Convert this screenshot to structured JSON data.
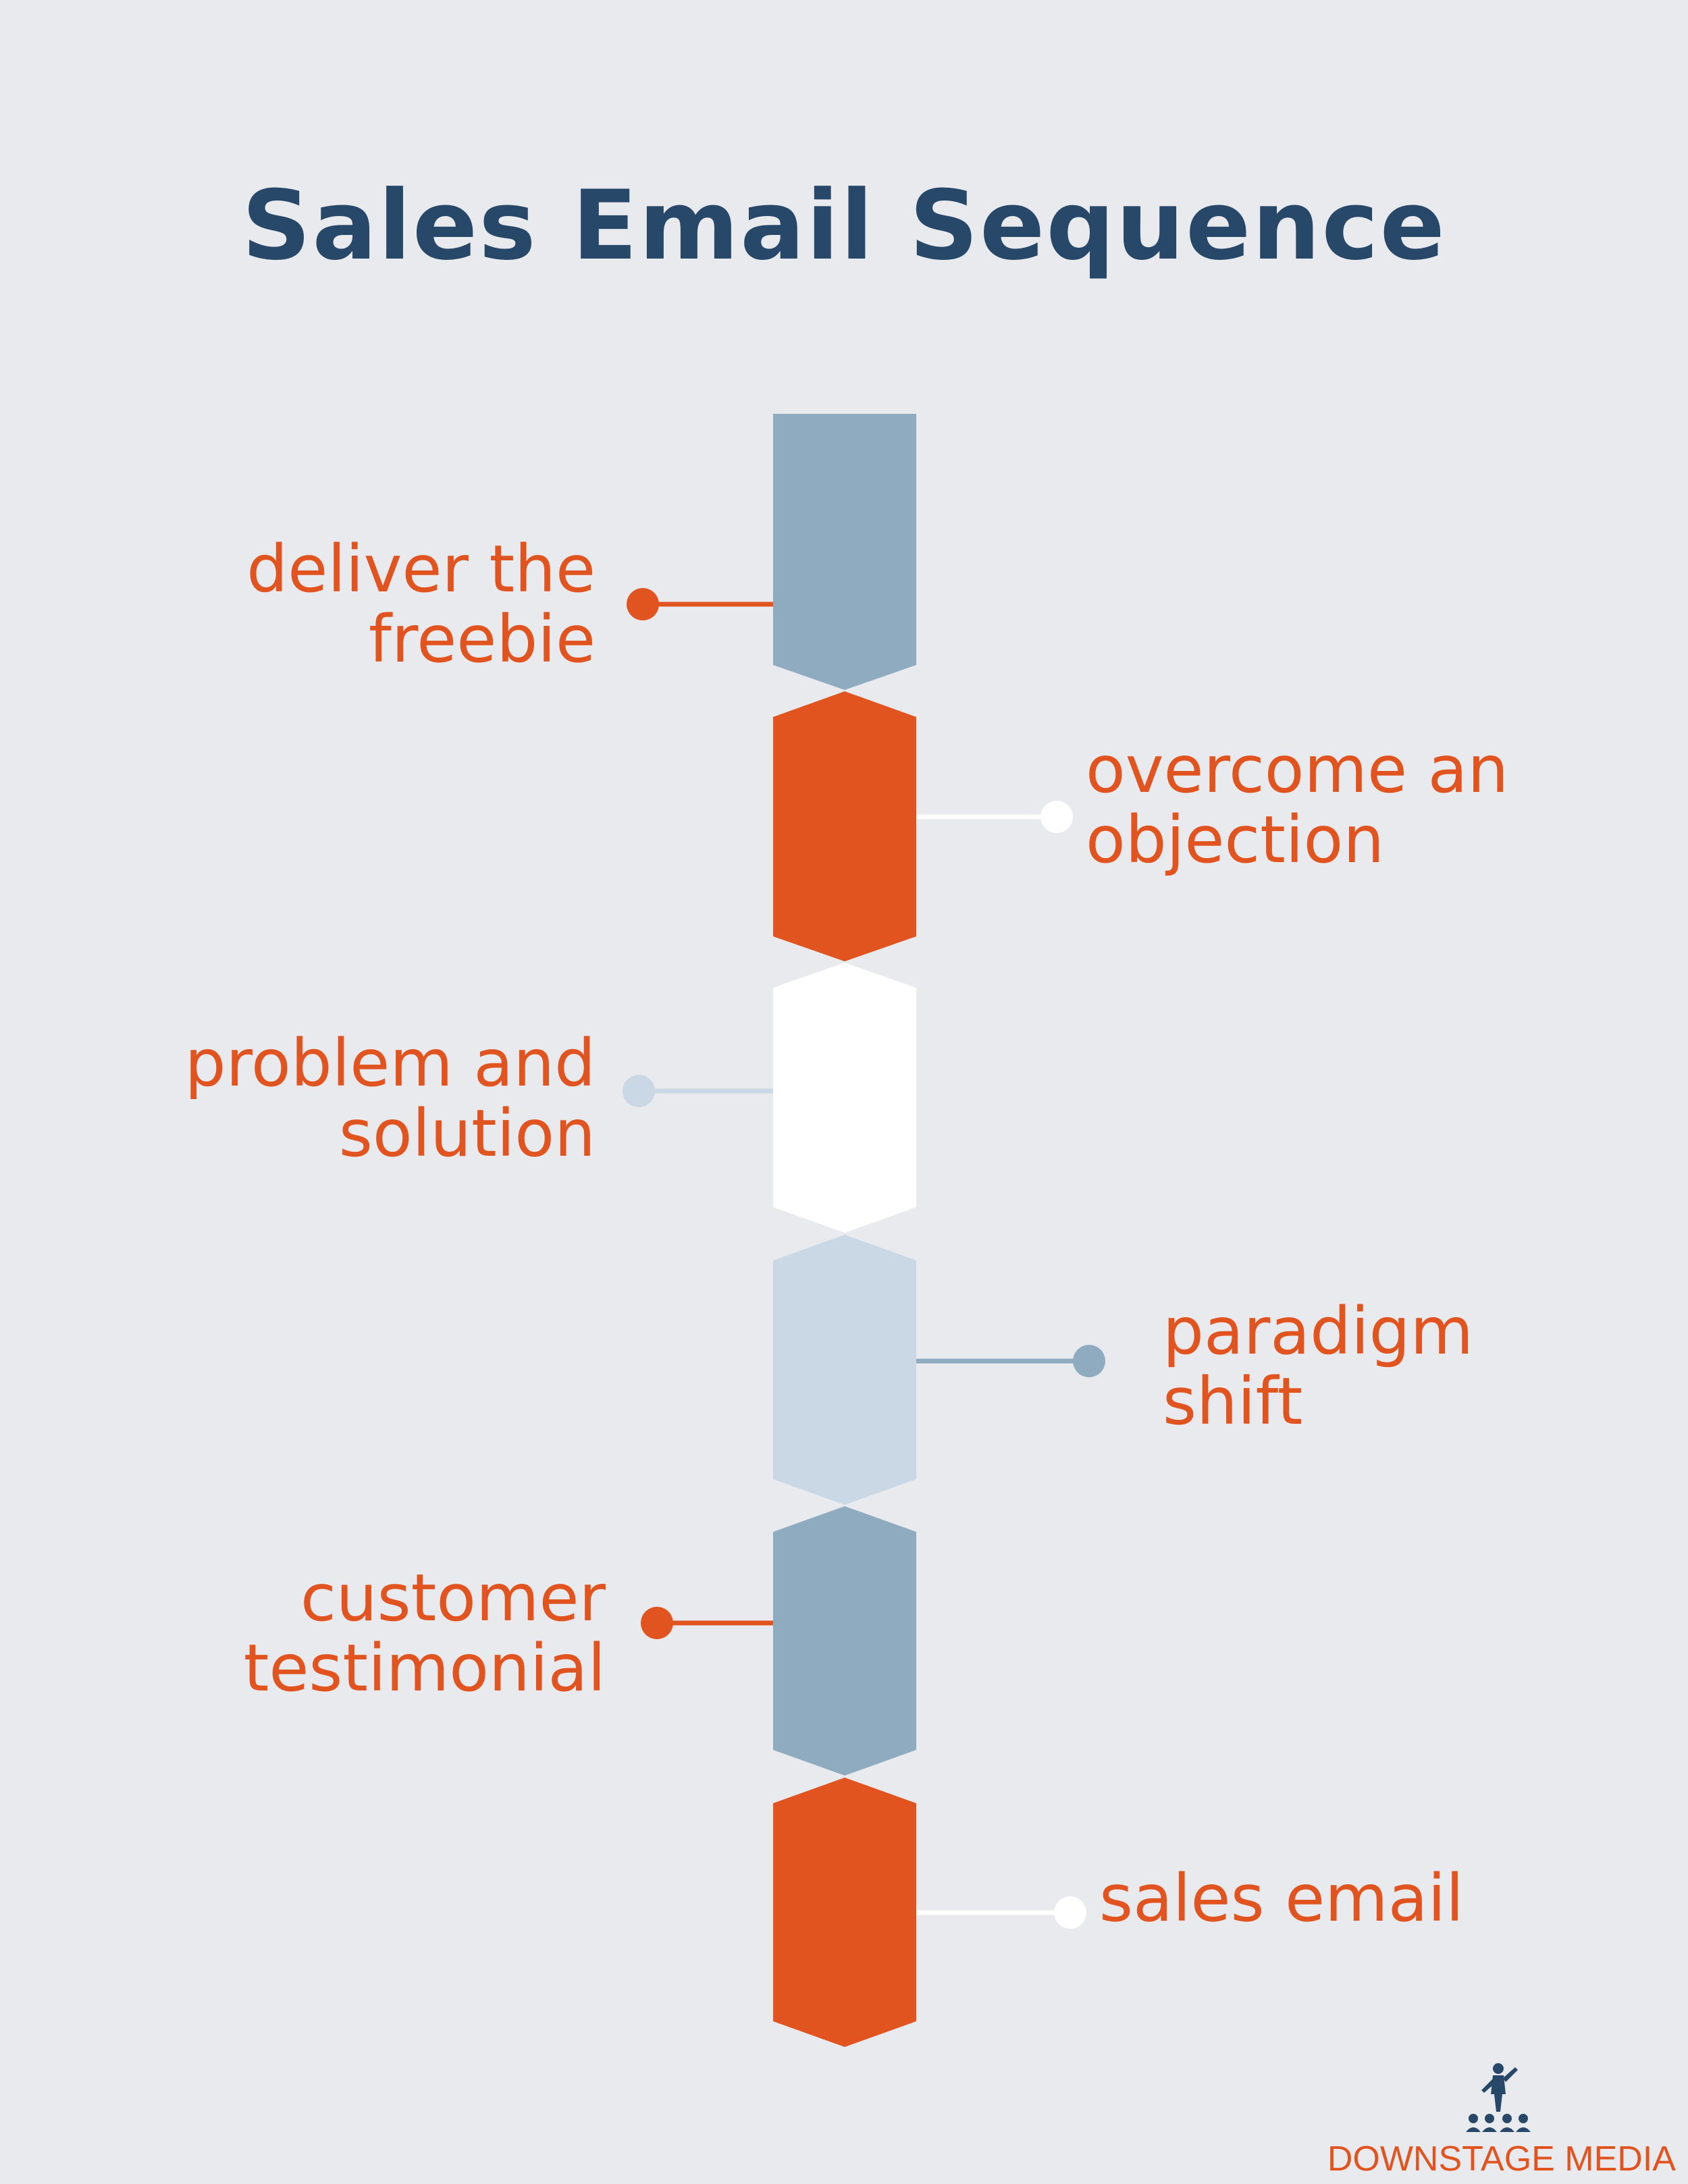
{
  "title": "Sales Email Sequence",
  "steps": [
    {
      "lines": [
        "deliver the",
        "freebie"
      ],
      "color": "#8fabc0",
      "connector_color": "#e1531f"
    },
    {
      "lines": [
        "overcome an",
        "objection"
      ],
      "color": "#e1531f",
      "connector_color": "#ffffff"
    },
    {
      "lines": [
        "problem and",
        "solution"
      ],
      "color": "#ffffff",
      "connector_color": "#c9d8e4"
    },
    {
      "lines": [
        "paradigm",
        "shift"
      ],
      "color": "#c9d8e4",
      "connector_color": "#8fabc0"
    },
    {
      "lines": [
        "customer",
        "testimonial"
      ],
      "color": "#8fabc0",
      "connector_color": "#e1531f"
    },
    {
      "lines": [
        "sales email"
      ],
      "color": "#e1531f",
      "connector_color": "#ffffff"
    }
  ],
  "brand": {
    "name": "DOWNSTAGE MEDIA",
    "logo_icon": "presenter-with-audience-icon"
  },
  "colors": {
    "background": "#e9eaee",
    "title": "#284869",
    "label": "#e1531f"
  }
}
